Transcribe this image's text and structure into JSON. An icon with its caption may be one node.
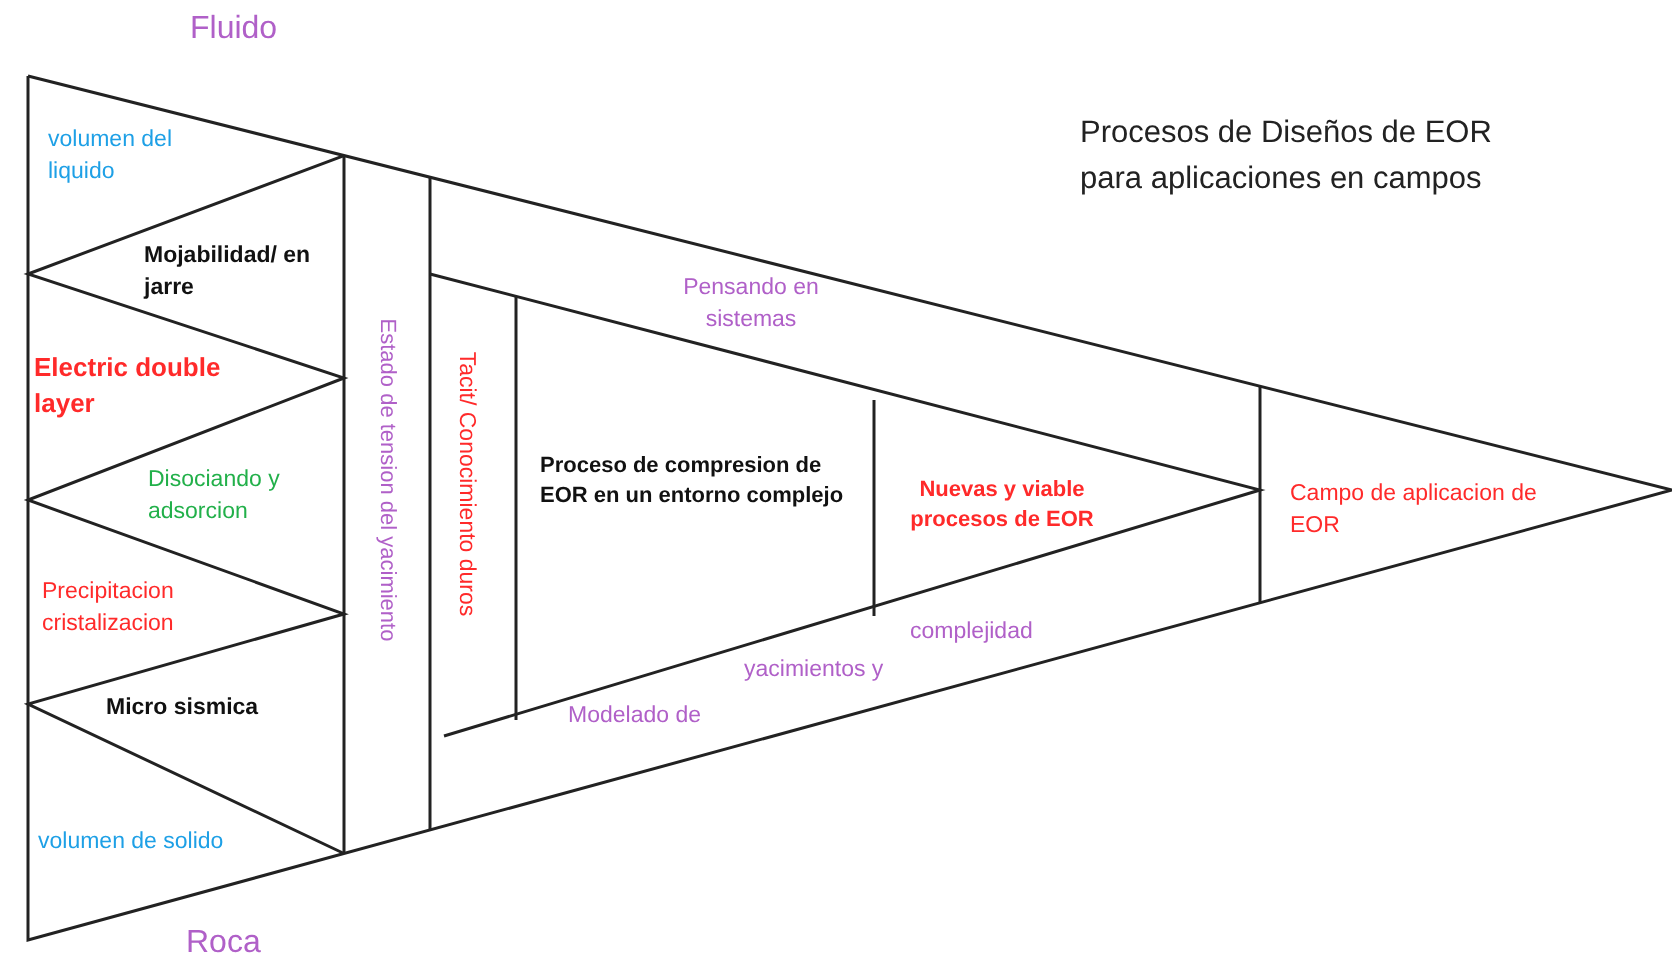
{
  "diagram": {
    "title": "Procesos de Diseños de EOR para aplicaciones en campos",
    "labels": [
      "Fluido",
      "volumen del liquido",
      "Mojabilidad/ en jarre",
      "Electric double layer",
      "Disociando y adsorcion",
      "Precipitacion cristalizacion",
      "Micro sismica",
      "volumen de solido",
      "Roca",
      "Estado de tension del yacimiento",
      "Tacit/ Conocimiento duros",
      "Pensando en sistemas",
      "Proceso de compresion de EOR en un entorno complejo",
      "Nuevas y viable procesos de EOR",
      "Campo de aplicacion de EOR",
      "complejidad",
      "yacimientos y",
      "Modelado de"
    ]
  }
}
